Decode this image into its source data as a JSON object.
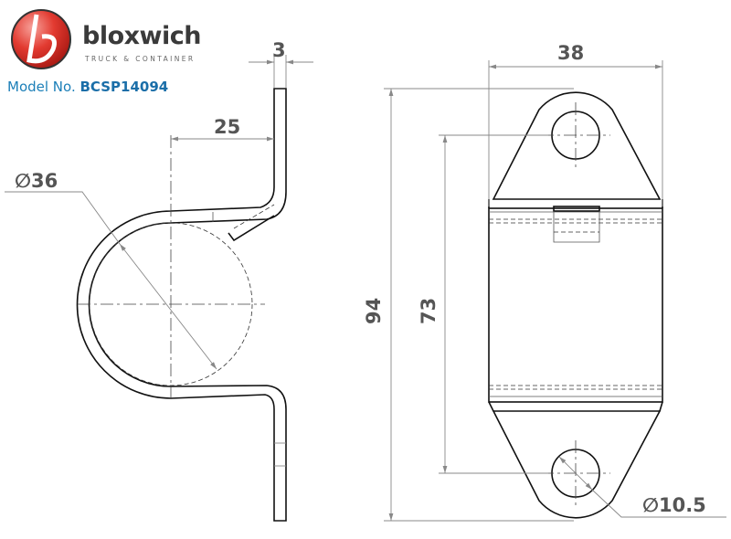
{
  "logo": {
    "brand": "bloxwich",
    "tagline": "TRUCK & CONTAINER",
    "brand_color": "#d9312b"
  },
  "model": {
    "label": "Model No.",
    "number": "BCSP14094"
  },
  "dimensions": {
    "thickness": "3",
    "offset": "25",
    "inner_diameter": "∅36",
    "width": "38",
    "overall_length": "94",
    "hole_spacing": "73",
    "hole_diameter": "∅10.5"
  }
}
